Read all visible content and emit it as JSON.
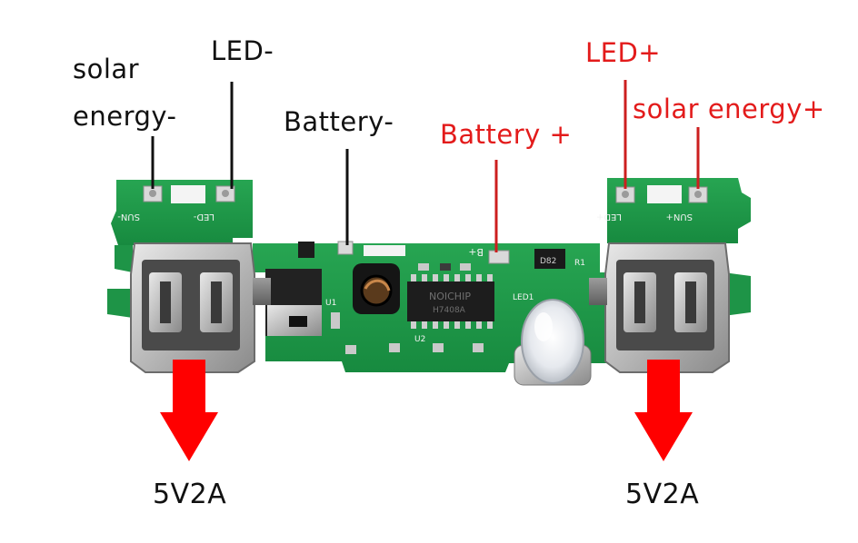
{
  "labels": {
    "solar_minus_line1": "solar",
    "solar_minus_line2": "energy-",
    "led_minus": "LED-",
    "battery_minus": "Battery-",
    "battery_plus": "Battery +",
    "led_plus": "LED+",
    "solar_plus": "solar energy+",
    "output_left": "5V2A",
    "output_right": "5V2A"
  },
  "pcb_markings": {
    "sun_minus": "SUN-",
    "led_minus": "LED-",
    "sun_plus": "SUN+",
    "led_plus": "LED+",
    "b_plus": "B+",
    "chip": "NOICHIP",
    "chip_code": "H7408A",
    "diode": "D82",
    "r1": "R1",
    "led1": "LED1",
    "u1": "U1",
    "u2": "U2"
  },
  "colors": {
    "annotation_black": "#111111",
    "annotation_red": "#e31b1b",
    "pcb_green": "#1f9a48",
    "arrow_red": "#ff0000"
  }
}
